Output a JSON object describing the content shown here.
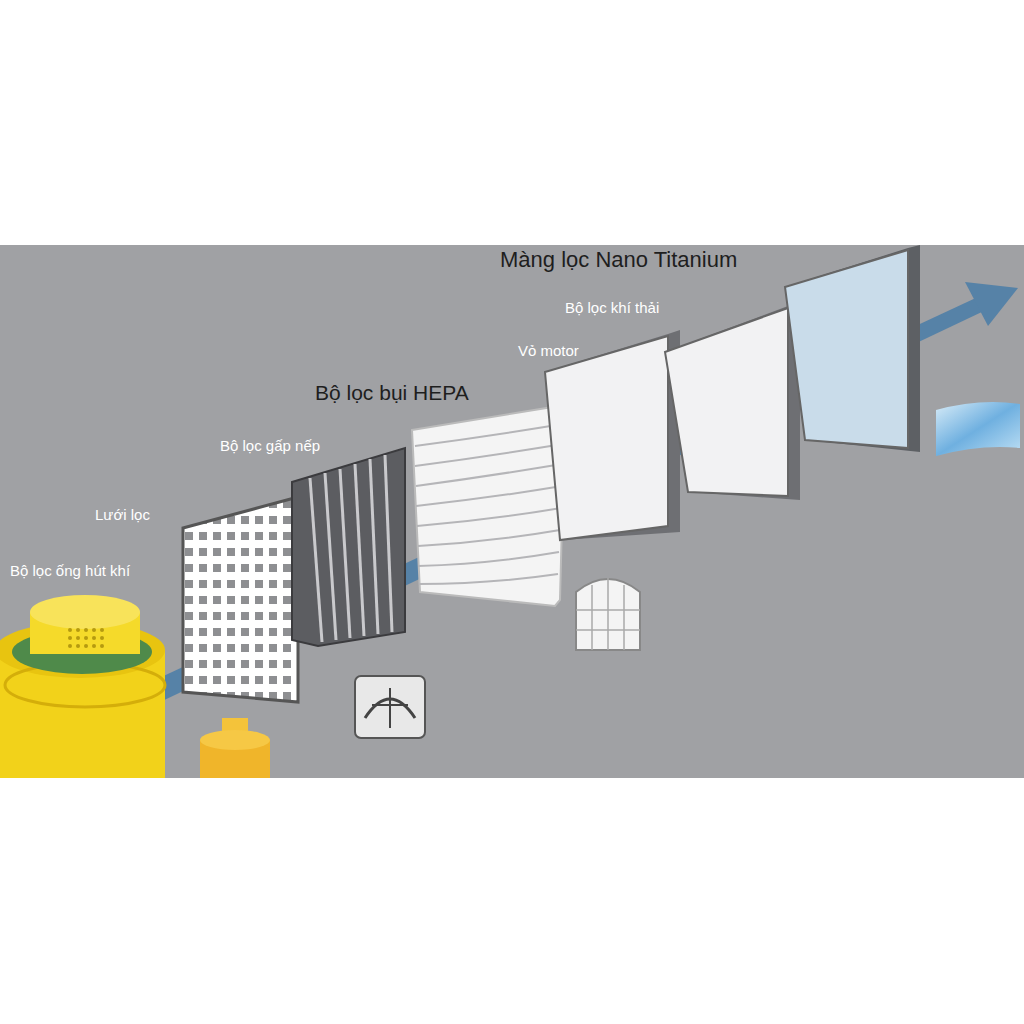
{
  "diagram": {
    "labels": [
      "Màng lọc Nano Titanium",
      "Bộ lọc khí thải",
      "Vỏ motor",
      "Bộ lọc bụi HEPA",
      "Bộ lọc gấp nếp",
      "Lưới lọc",
      "Bộ lọc ống hút khí"
    ]
  }
}
